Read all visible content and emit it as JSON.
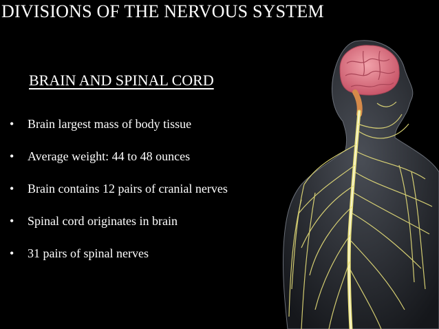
{
  "slide": {
    "title": "DIVISIONS OF THE NERVOUS SYSTEM",
    "subtitle": "BRAIN AND SPINAL CORD",
    "bullets": [
      "Brain largest mass of body tissue",
      "Average weight: 44 to 48 ounces",
      "Brain contains 12 pairs of cranial nerves",
      "Spinal cord originates in brain",
      "31 pairs of spinal nerves"
    ],
    "bullet_glyph": "•"
  },
  "illustration": {
    "icon": "nervous-system-illustration-icon",
    "colors": {
      "background": "#000000",
      "body": "#3a3d44",
      "brain": "#e27c88",
      "nerve": "#e8e07a"
    }
  }
}
